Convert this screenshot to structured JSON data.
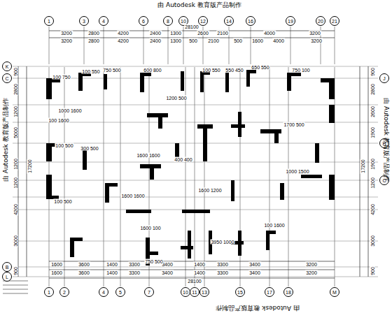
{
  "diagram": {
    "nodes": [
      {
        "text": [
          "1"
        ]
      },
      {
        "text": [
          "3"
        ]
      },
      {
        "text": [
          "4"
        ]
      },
      {
        "text": [
          "6"
        ]
      },
      {
        "text": [
          "8"
        ]
      },
      {
        "text": [
          "10"
        ]
      },
      {
        "text": [
          "12"
        ]
      },
      {
        "text": [
          "14"
        ]
      },
      {
        "text": [
          "16"
        ]
      },
      {
        "text": [
          "19"
        ]
      },
      {
        "text": [
          "20"
        ]
      },
      {
        "text": [
          "21"
        ]
      },
      {
        "text": [
          "1"
        ]
      },
      {
        "text": [
          "2"
        ]
      },
      {
        "text": [
          "4"
        ]
      },
      {
        "text": [
          "5"
        ]
      },
      {
        "text": [
          "7"
        ]
      },
      {
        "text": [
          "10"
        ]
      },
      {
        "text": [
          "11"
        ]
      },
      {
        "text": [
          "13"
        ]
      },
      {
        "text": [
          "15"
        ]
      },
      {
        "text": [
          "17"
        ]
      },
      {
        "text": [
          "18"
        ]
      },
      {
        "text": [
          "M"
        ]
      },
      {
        "text": [
          "K"
        ]
      },
      {
        "text": [
          "C"
        ]
      },
      {
        "text": [
          "B"
        ]
      },
      {
        "text": [
          "L"
        ]
      },
      {
        "text": [
          "J"
        ]
      },
      {
        "text": [
          "H"
        ]
      },
      {
        "text": [
          "C"
        ]
      }
    ],
    "labels": [
      "由 Autodesk 教育版产品制作",
      "28100",
      "3200",
      "2800",
      "4200",
      "2400",
      "1300",
      "2600",
      "2100",
      "4000",
      "3200",
      "3200",
      "2800",
      "4200",
      "2400",
      "1300",
      "500",
      "2100",
      "500",
      "1600",
      "4000",
      "3200",
      "1600",
      "3600",
      "1400",
      "3300",
      "3400",
      "1400",
      "3300",
      "3400",
      "3200",
      "1600",
      "3600",
      "1400",
      "3300",
      "3400",
      "1400",
      "3300",
      "3400",
      "3200",
      "28100",
      "900",
      "2800",
      "1200",
      "5000",
      "1200",
      "1200",
      "4200",
      "3000",
      "900",
      "17200",
      "900",
      "2800",
      "2600",
      "1900",
      "1900",
      "1200",
      "4200",
      "3000",
      "900",
      "17200",
      "由 Autodesk 教育版产品制作",
      "由 Autodesk 教育版产品制作",
      "由 Autodesk 教育版产品制作",
      "100 750",
      "100 550",
      "750 500",
      "600 800",
      "100 550",
      "550 450",
      "650 550",
      "750 100",
      "100 1600",
      "1000 1600",
      "1200 500",
      "1700 500",
      "100 500",
      "300 500",
      "1600 1600",
      "400 400",
      "1000 1500",
      "100 500",
      "1600 1600",
      "1600 1200",
      "1600 100",
      "750 500",
      "3950 1000",
      "100 1600"
    ]
  }
}
